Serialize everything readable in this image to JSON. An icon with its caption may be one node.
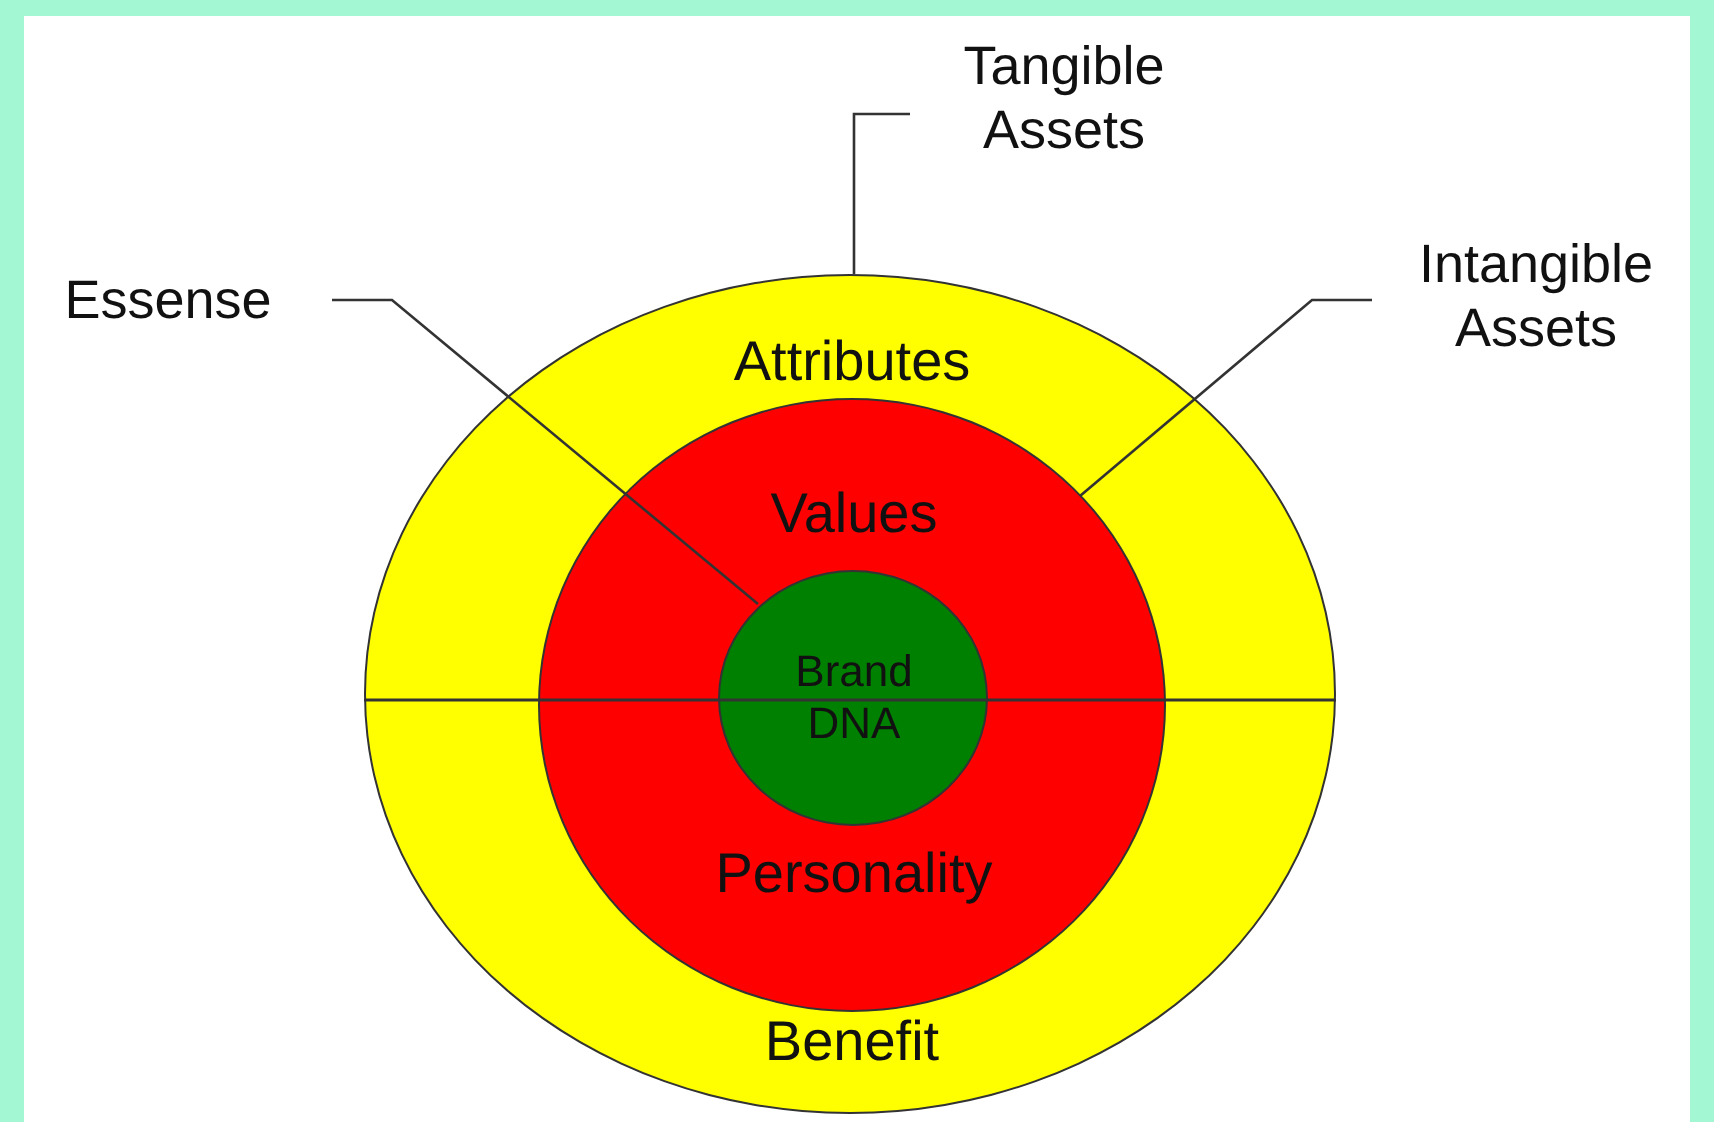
{
  "diagram": {
    "nodes": [
      {
        "text": [
          "Attributes",
          "Benefit"
        ]
      },
      {
        "text": [
          "Values",
          "Personality"
        ],
        "in": 0
      },
      {
        "text": [
          "Brand DNA"
        ],
        "in": 1
      },
      {
        "text": [
          "Tangible Assets"
        ]
      },
      {
        "text": [
          "Essense"
        ]
      },
      {
        "text": [
          "Intangible Assets"
        ]
      }
    ],
    "edges": [
      {
        "from": 3,
        "to": 0,
        "arrow": "none"
      },
      {
        "from": 4,
        "to": 2,
        "arrow": "none"
      },
      {
        "from": 5,
        "to": 1,
        "arrow": "none"
      }
    ]
  }
}
